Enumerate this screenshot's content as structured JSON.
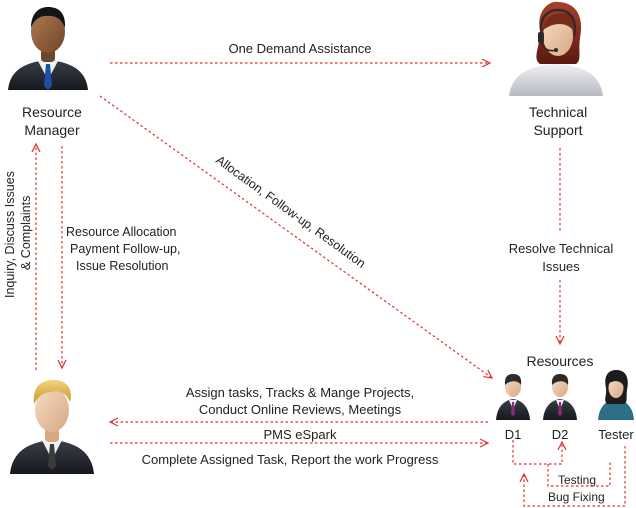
{
  "nodes": {
    "resource_manager": "Resource\nManager",
    "technical_support": "Technical\nSupport",
    "resources_title": "Resources",
    "d1": "D1",
    "d2": "D2",
    "tester": "Tester"
  },
  "edges": {
    "one_demand": "One Demand Assistance",
    "allocation": "Allocation, Follow-up, Resolution",
    "inquiry_line1": "Inquiry, Discuss Issues",
    "inquiry_line2": "& Complaints",
    "resource_alloc_line1": "Resource Allocation",
    "resource_alloc_line2": "Payment Follow-up,",
    "resource_alloc_line3": "Issue Resolution",
    "resolve_line1": "Resolve Technical",
    "resolve_line2": "Issues",
    "assign_line1": "Assign tasks, Tracks & Mange Projects,",
    "assign_line2": "Conduct Online Reviews, Meetings",
    "pms": "PMS eSpark",
    "complete": "Complete Assigned Task, Report the work Progress",
    "testing": "Testing",
    "bug_fixing": "Bug Fixing"
  },
  "colors": {
    "arrow": "#e03030",
    "text": "#222222"
  },
  "icons": [
    "resource-manager-avatar",
    "technical-support-avatar",
    "client-avatar",
    "d1-avatar",
    "d2-avatar",
    "tester-avatar"
  ]
}
